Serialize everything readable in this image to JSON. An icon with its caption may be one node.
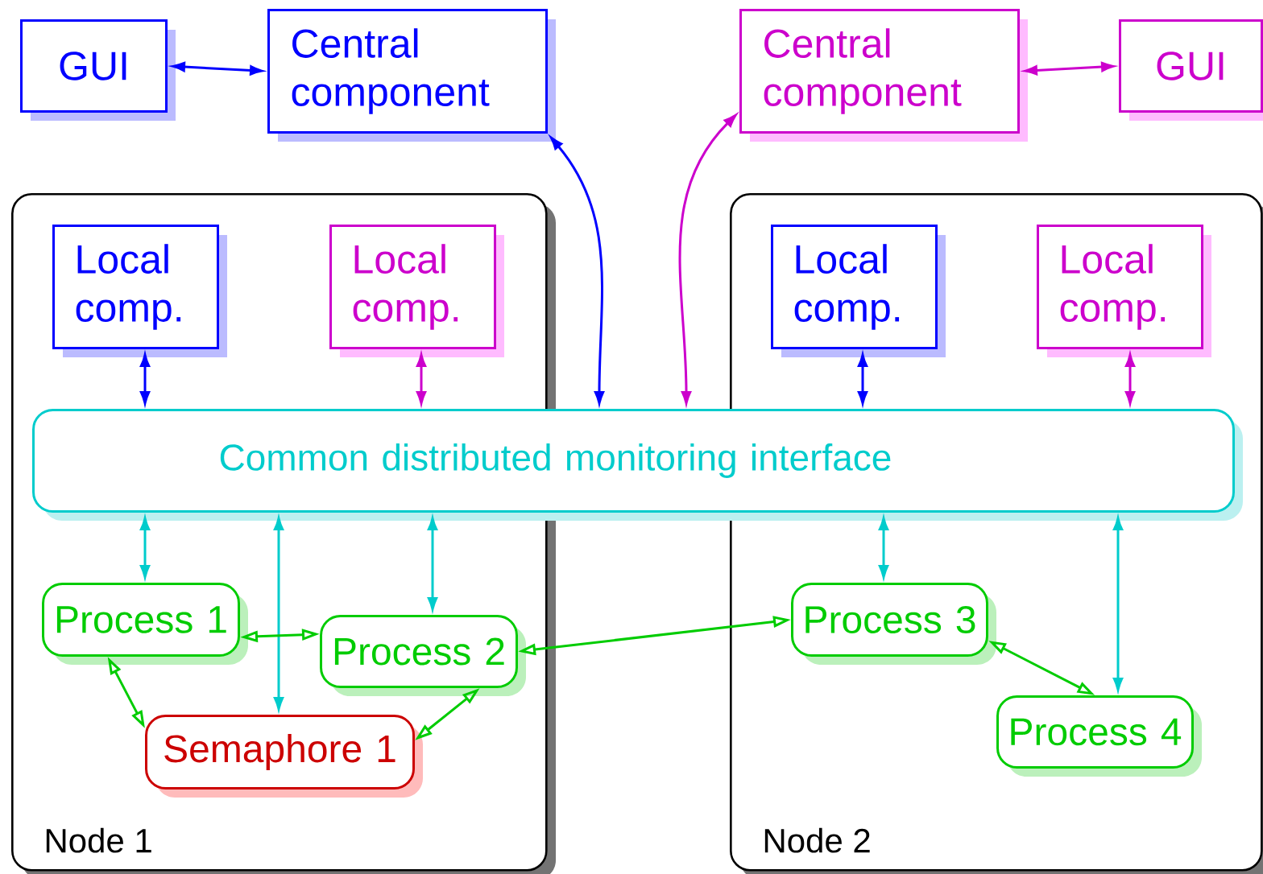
{
  "diagram": {
    "nodes": [
      {
        "text": [
          "GUI"
        ]
      },
      {
        "text": [
          "Central component"
        ]
      },
      {
        "text": [
          "Central component"
        ]
      },
      {
        "text": [
          "GUI"
        ]
      },
      {
        "text": [
          "Node 1"
        ]
      },
      {
        "text": [
          "Node 2"
        ]
      },
      {
        "text": [
          "Local comp."
        ],
        "in": 4
      },
      {
        "text": [
          "Local comp."
        ],
        "in": 4
      },
      {
        "text": [
          "Local comp."
        ],
        "in": 5
      },
      {
        "text": [
          "Local comp."
        ],
        "in": 5
      },
      {
        "text": [
          "Common distributed monitoring interface"
        ]
      },
      {
        "text": [
          "Process 1"
        ],
        "in": 4
      },
      {
        "text": [
          "Process 2"
        ],
        "in": 4
      },
      {
        "text": [
          "Semaphore 1"
        ],
        "in": 4
      },
      {
        "text": [
          "Process 3"
        ],
        "in": 5
      },
      {
        "text": [
          "Process 4"
        ],
        "in": 5
      }
    ],
    "edges": [
      {
        "from": 0,
        "to": 1,
        "arrow": "both",
        "color": "#0000ff"
      },
      {
        "from": 2,
        "to": 3,
        "arrow": "both",
        "color": "#cc00cc"
      },
      {
        "from": 1,
        "to": 10,
        "arrow": "both",
        "color": "#0000ff"
      },
      {
        "from": 2,
        "to": 10,
        "arrow": "both",
        "color": "#cc00cc"
      },
      {
        "from": 6,
        "to": 10,
        "arrow": "both",
        "color": "#0000ff"
      },
      {
        "from": 7,
        "to": 10,
        "arrow": "both",
        "color": "#cc00cc"
      },
      {
        "from": 8,
        "to": 10,
        "arrow": "both",
        "color": "#0000ff"
      },
      {
        "from": 9,
        "to": 10,
        "arrow": "both",
        "color": "#cc00cc"
      },
      {
        "from": 10,
        "to": 11,
        "arrow": "both",
        "color": "#00cccc"
      },
      {
        "from": 10,
        "to": 13,
        "arrow": "both",
        "color": "#00cccc"
      },
      {
        "from": 10,
        "to": 12,
        "arrow": "both",
        "color": "#00cccc"
      },
      {
        "from": 10,
        "to": 14,
        "arrow": "both",
        "color": "#00cccc"
      },
      {
        "from": 10,
        "to": 15,
        "arrow": "both",
        "color": "#00cccc"
      },
      {
        "from": 11,
        "to": 12,
        "arrow": "both",
        "color": "#00cc00"
      },
      {
        "from": 11,
        "to": 13,
        "arrow": "both",
        "color": "#00cc00"
      },
      {
        "from": 12,
        "to": 13,
        "arrow": "both",
        "color": "#00cc00"
      },
      {
        "from": 12,
        "to": 14,
        "arrow": "both",
        "color": "#00cc00"
      },
      {
        "from": 14,
        "to": 15,
        "arrow": "both",
        "color": "#00cc00"
      }
    ]
  }
}
